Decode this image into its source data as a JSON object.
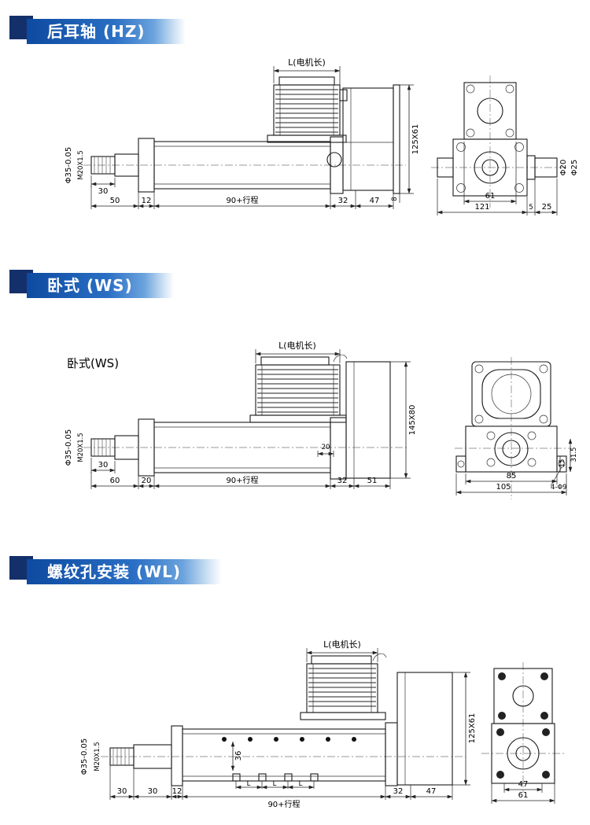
{
  "banners": [
    {
      "title": "后耳轴 (HZ)"
    },
    {
      "title": "卧式 (WS)"
    },
    {
      "title": "螺纹孔安装 (WL)"
    }
  ],
  "hz": {
    "motor_length": "L(电机长)",
    "flange_size": "125X61",
    "rod_dia": "Φ35-0.05",
    "thread_spec": "M20X1.5",
    "dim_30": "30",
    "dim_50": "50",
    "dim_12": "12",
    "dim_stroke": "90+行程",
    "dim_32": "32",
    "dim_47": "47",
    "dim_8": "8",
    "end": {
      "dim_61": "61",
      "dim_121": "121",
      "dim_5": "5",
      "dim_25": "25",
      "pin_dia_20": "Φ20",
      "pin_dia_25": "Φ25"
    }
  },
  "ws": {
    "label": "卧式(WS)",
    "motor_length": "L(电机长)",
    "flange_size": "145X80",
    "rod_dia": "Φ35-0.05",
    "thread_spec": "M20X1.5",
    "dim_30": "30",
    "dim_60": "60",
    "dim_20": "20",
    "dim_stroke": "90+行程",
    "dim_20_port": "20",
    "dim_32": "32",
    "dim_51": "51",
    "end": {
      "dim_85": "85",
      "dim_105": "105",
      "dim_15": "15",
      "dim_31_5": "31.5",
      "holes": "4-Φ9"
    }
  },
  "wl": {
    "motor_length": "L(电机长)",
    "flange_size": "125X61",
    "rod_dia": "Φ35-0.05",
    "thread_spec": "M20X1.5",
    "dim_30a": "30",
    "dim_30b": "30",
    "dim_12": "12",
    "dim_stroke": "90+行程",
    "dim_36": "36",
    "dim_L1": "L",
    "dim_L2": "L",
    "dim_L3": "L",
    "dim_32": "32",
    "dim_47": "47",
    "end": {
      "dim_47": "47",
      "dim_61": "61"
    }
  }
}
